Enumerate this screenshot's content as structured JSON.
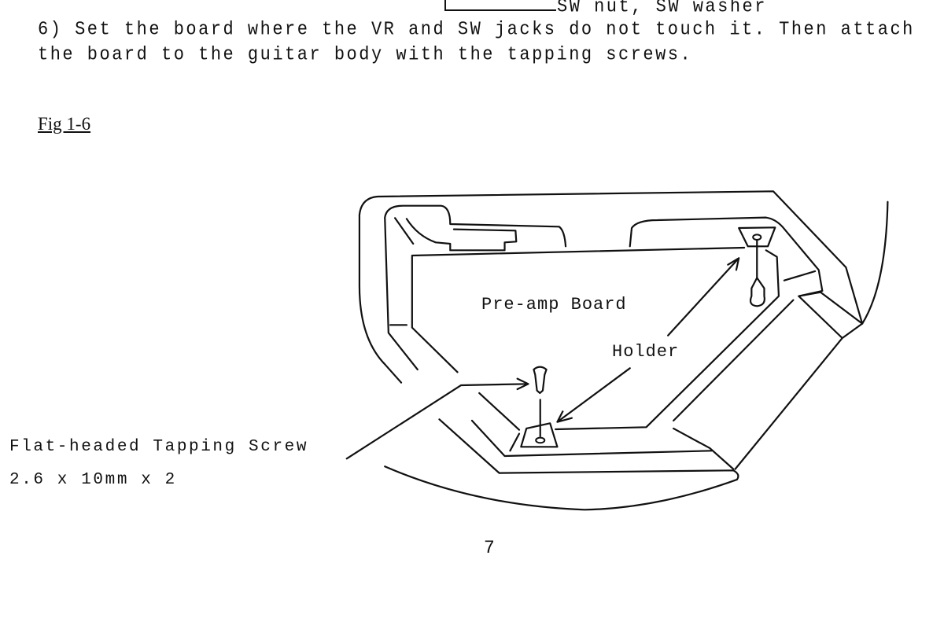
{
  "document": {
    "fragment_label": "SW nut, SW washer",
    "step_6_line1": "6)  Set the board where the VR and SW jacks do not touch it. Then attach",
    "step_6_line2": "the board to the guitar body with the tapping screws.",
    "figure_title": "Fig 1-6",
    "figure": {
      "board_label": "Pre-amp Board",
      "holder_label": "Holder",
      "screw_label": "Flat-headed Tapping Screw",
      "screw_spec": "2.6 x 10mm x 2"
    },
    "page_number": "7"
  }
}
